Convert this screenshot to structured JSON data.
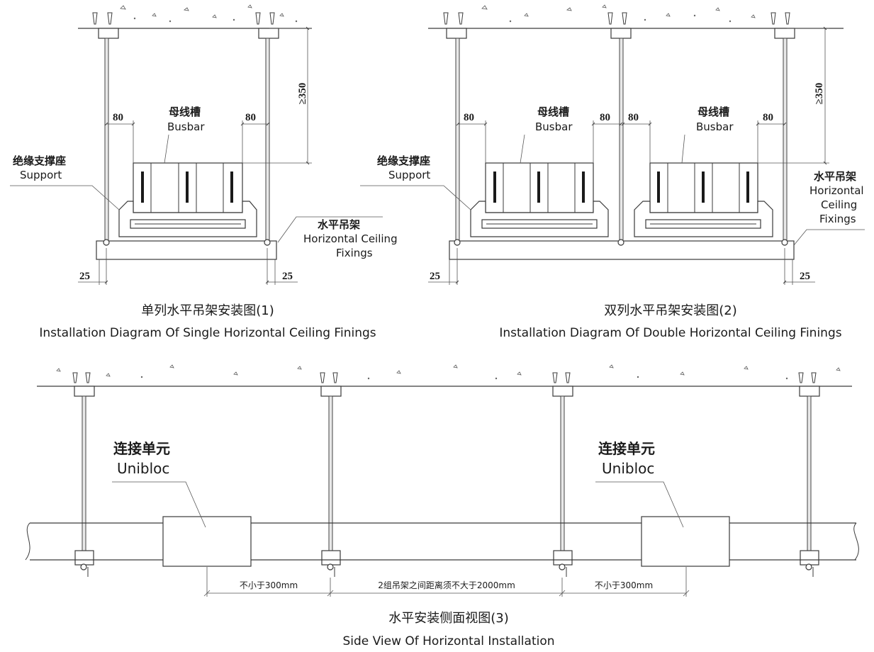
{
  "diagram1": {
    "label_cn_busbar": "母线槽",
    "label_en_busbar": "Busbar",
    "label_cn_support": "绝缘支撑座",
    "label_en_support": "Support",
    "label_cn_fixing": "水平吊架",
    "label_en_fixing_1": "Horizontal Ceiling",
    "label_en_fixing_2": "Fixings",
    "dim_gap_left": "80",
    "dim_gap_right": "80",
    "dim_height": "≥350",
    "dim_edge_left": "25",
    "dim_edge_right": "25",
    "caption_cn": "单列水平吊架安装图(1)",
    "caption_en": "Installation Diagram Of Single Horizontal Ceiling Finings"
  },
  "diagram2": {
    "label_cn_busbar_a": "母线槽",
    "label_en_busbar_a": "Busbar",
    "label_cn_busbar_b": "母线槽",
    "label_en_busbar_b": "Busbar",
    "label_cn_support": "绝缘支撑座",
    "label_en_support": "Support",
    "label_cn_fixing": "水平吊架",
    "label_en_fixing_1": "Horizontal",
    "label_en_fixing_2": "Ceiling",
    "label_en_fixing_3": "Fixings",
    "dim_gap_1": "80",
    "dim_gap_2": "80",
    "dim_gap_3": "80",
    "dim_gap_4": "80",
    "dim_height": "≥350",
    "dim_edge_left": "25",
    "dim_edge_right": "25",
    "caption_cn": "双列水平吊架安装图(2)",
    "caption_en": "Installation Diagram Of Double Horizontal Ceiling Finings"
  },
  "diagram3": {
    "label_cn_unit_a": "连接单元",
    "label_en_unit_a": "Unibloc",
    "label_cn_unit_b": "连接单元",
    "label_en_unit_b": "Unibloc",
    "dim_left": "不小于300mm",
    "dim_middle": "2组吊架之间距离须不大于2000mm",
    "dim_right": "不小于300mm",
    "caption_cn": "水平安装侧面视图(3)",
    "caption_en": "Side View Of Horizontal Installation"
  }
}
